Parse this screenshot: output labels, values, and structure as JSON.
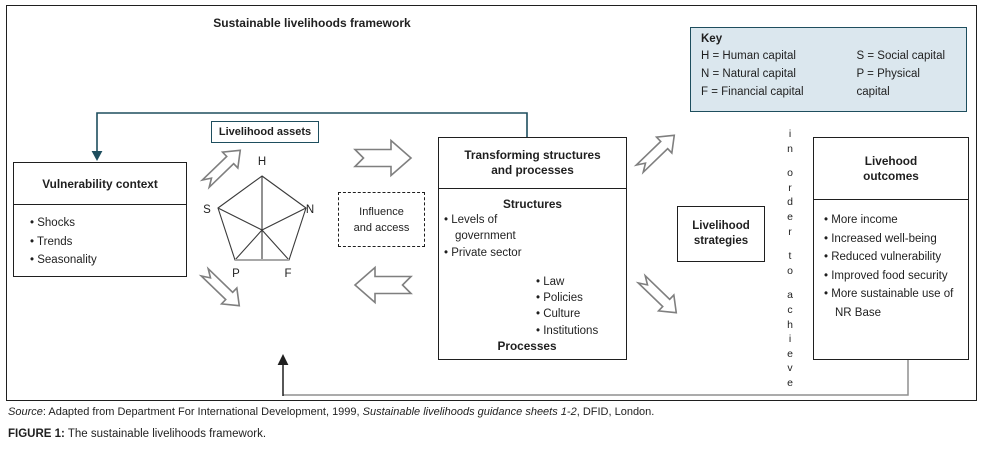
{
  "diagram_title": "Sustainable livelihoods framework",
  "key": {
    "title": "Key",
    "entries_left": [
      "H = Human capital",
      "N = Natural capital",
      "F = Financial capital"
    ],
    "entries_right": [
      "S = Social capital",
      "P = Physical capital"
    ]
  },
  "vulnerability_context": {
    "title": "Vulnerability context",
    "items": [
      "Shocks",
      "Trends",
      "Seasonality"
    ]
  },
  "livelihood_assets": {
    "label": "Livelihood assets",
    "pentagon_labels": {
      "top": "H",
      "left": "S",
      "right": "N",
      "bottom_left": "P",
      "bottom_right": "F"
    }
  },
  "influence_access": {
    "text": "Influence and access"
  },
  "transforming": {
    "title": "Transforming structures and processes",
    "structures_heading": "Structures",
    "structures_items": [
      "Levels of government",
      "Private sector"
    ],
    "processes_items": [
      "Law",
      "Policies",
      "Culture",
      "Institutions"
    ],
    "processes_heading": "Processes"
  },
  "livelihood_strategies": {
    "text": "Livelihood strategies"
  },
  "connector_text": "in order to achieve",
  "livelihood_outcomes": {
    "title": "Livehood outcomes",
    "items": [
      "More income",
      "Increased well-being",
      "Reduced vulnerability",
      "Improved food security",
      "More sustainable use of NR Base"
    ]
  },
  "footer": {
    "source_label": "Source",
    "source_body": ": Adapted from Department For International Development, 1999, ",
    "source_italic": "Sustainable livelihoods guidance sheets 1-2",
    "source_tail": ", DFID, London.",
    "figure_label": "FIGURE 1:",
    "figure_caption": " The sustainable livelihoods framework."
  },
  "colors": {
    "teal": "#1e4e5e",
    "key_background": "#dbe7ee",
    "line_gray": "#8f8f8f",
    "arrow_outline": "#7f7f7f",
    "ink": "#1f1f1f"
  }
}
